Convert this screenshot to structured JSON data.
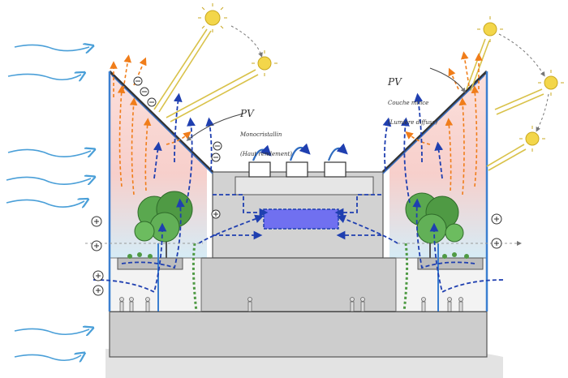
{
  "annotations": {
    "left_pv": {
      "title": "PV",
      "line1": "Monocristallin",
      "line2": "(Haut rendement)"
    },
    "right_pv": {
      "title": "PV",
      "line1": "Couche mince",
      "line2": "(Lumière diffuse)"
    }
  },
  "colors": {
    "wind": "#4a9fd8",
    "sun": "#f3d64a",
    "solar_ray": "#d9c24a",
    "heat_arrow": "#f07d1a",
    "airflow": "#1f3fb0",
    "greenhouse_warm": "#f7c9c4",
    "greenhouse_cool": "#cfe8f5",
    "building": "#cfcfcf",
    "tree": "#4fa14a",
    "water_tank": "#6f6ff0"
  }
}
